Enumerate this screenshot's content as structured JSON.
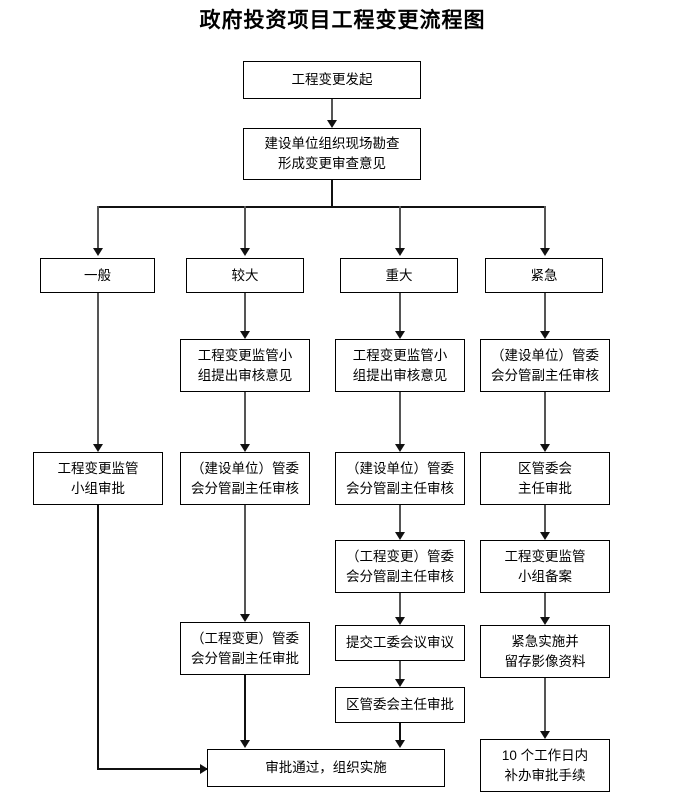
{
  "chart_data": {
    "type": "diagram",
    "title": "政府投资项目工程变更流程图",
    "diagram_kind": "flowchart",
    "orientation": "top-to-bottom",
    "lanes": [
      "一般",
      "较大",
      "重大",
      "紧急"
    ],
    "nodes": [
      {
        "id": "start",
        "label": "工程变更发起",
        "lane": "all"
      },
      {
        "id": "survey",
        "label": "建设单位组织现场勘查 / 形成变更审查意见",
        "lane": "all"
      },
      {
        "id": "cat1",
        "label": "一般",
        "lane": "一般"
      },
      {
        "id": "cat2",
        "label": "较大",
        "lane": "较大"
      },
      {
        "id": "cat3",
        "label": "重大",
        "lane": "重大"
      },
      {
        "id": "cat4",
        "label": "紧急",
        "lane": "紧急"
      },
      {
        "id": "c1a",
        "label": "工程变更监管小组审批",
        "lane": "一般"
      },
      {
        "id": "c2a",
        "label": "工程变更监管小组提出审核意见",
        "lane": "较大"
      },
      {
        "id": "c2b",
        "label": "（建设单位）管委会分管副主任审核",
        "lane": "较大"
      },
      {
        "id": "c2c",
        "label": "（工程变更）管委会分管副主任审批",
        "lane": "较大"
      },
      {
        "id": "c3a",
        "label": "工程变更监管小组提出审核意见",
        "lane": "重大"
      },
      {
        "id": "c3b",
        "label": "（建设单位）管委会分管副主任审核",
        "lane": "重大"
      },
      {
        "id": "c3c",
        "label": "（工程变更）管委会分管副主任审核",
        "lane": "重大"
      },
      {
        "id": "c3d",
        "label": "提交工委会议审议",
        "lane": "重大"
      },
      {
        "id": "c3e",
        "label": "区管委会主任审批",
        "lane": "重大"
      },
      {
        "id": "c4a",
        "label": "（建设单位）管委会分管副主任审核",
        "lane": "紧急"
      },
      {
        "id": "c4b",
        "label": "区管委会主任审批",
        "lane": "紧急"
      },
      {
        "id": "c4c",
        "label": "工程变更监管小组备案",
        "lane": "紧急"
      },
      {
        "id": "c4d",
        "label": "紧急实施并留存影像资料",
        "lane": "紧急"
      },
      {
        "id": "c4e",
        "label": "10 个工作日内补办审批手续",
        "lane": "紧急"
      },
      {
        "id": "end",
        "label": "审批通过，组织实施",
        "lane": "merge"
      }
    ],
    "edges": [
      {
        "from": "start",
        "to": "survey"
      },
      {
        "from": "survey",
        "to": "cat1"
      },
      {
        "from": "survey",
        "to": "cat2"
      },
      {
        "from": "survey",
        "to": "cat3"
      },
      {
        "from": "survey",
        "to": "cat4"
      },
      {
        "from": "cat1",
        "to": "c1a"
      },
      {
        "from": "cat2",
        "to": "c2a"
      },
      {
        "from": "c2a",
        "to": "c2b"
      },
      {
        "from": "c2b",
        "to": "c2c"
      },
      {
        "from": "cat3",
        "to": "c3a"
      },
      {
        "from": "c3a",
        "to": "c3b"
      },
      {
        "from": "c3b",
        "to": "c3c"
      },
      {
        "from": "c3c",
        "to": "c3d"
      },
      {
        "from": "c3d",
        "to": "c3e"
      },
      {
        "from": "cat4",
        "to": "c4a"
      },
      {
        "from": "c4a",
        "to": "c4b"
      },
      {
        "from": "c4b",
        "to": "c4c"
      },
      {
        "from": "c4c",
        "to": "c4d"
      },
      {
        "from": "c4d",
        "to": "c4e"
      },
      {
        "from": "c1a",
        "to": "end"
      },
      {
        "from": "c2c",
        "to": "end"
      },
      {
        "from": "c3e",
        "to": "end"
      }
    ],
    "colors": {
      "line": "#111111",
      "box_border": "#000000",
      "background": "#ffffff",
      "text": "#000000"
    }
  },
  "title": "政府投资项目工程变更流程图",
  "boxes": {
    "start": {
      "line1": "工程变更发起"
    },
    "survey": {
      "line1": "建设单位组织现场勘查",
      "line2": "形成变更审查意见"
    },
    "cat1": {
      "line1": "一般"
    },
    "cat2": {
      "line1": "较大"
    },
    "cat3": {
      "line1": "重大"
    },
    "cat4": {
      "line1": "紧急"
    },
    "c1a": {
      "line1": "工程变更监管",
      "line2": "小组审批"
    },
    "c2a": {
      "line1": "工程变更监管小",
      "line2": "组提出审核意见"
    },
    "c2b": {
      "line1": "（建设单位）管委",
      "line2": "会分管副主任审核"
    },
    "c2c": {
      "line1": "（工程变更）管委",
      "line2": "会分管副主任审批"
    },
    "c3a": {
      "line1": "工程变更监管小",
      "line2": "组提出审核意见"
    },
    "c3b": {
      "line1": "（建设单位）管委",
      "line2": "会分管副主任审核"
    },
    "c3c": {
      "line1": "（工程变更）管委",
      "line2": "会分管副主任审核"
    },
    "c3d": {
      "line1": "提交工委会议审议"
    },
    "c3e": {
      "line1": "区管委会主任审批"
    },
    "c4a": {
      "line1": "（建设单位）管委",
      "line2": "会分管副主任审核"
    },
    "c4b": {
      "line1": "区管委会",
      "line2": "主任审批"
    },
    "c4c": {
      "line1": "工程变更监管",
      "line2": "小组备案"
    },
    "c4d": {
      "line1": "紧急实施并",
      "line2": "留存影像资料"
    },
    "c4e": {
      "line1": "10 个工作日内",
      "line2": "补办审批手续"
    },
    "end": {
      "line1": "审批通过，组织实施"
    }
  }
}
